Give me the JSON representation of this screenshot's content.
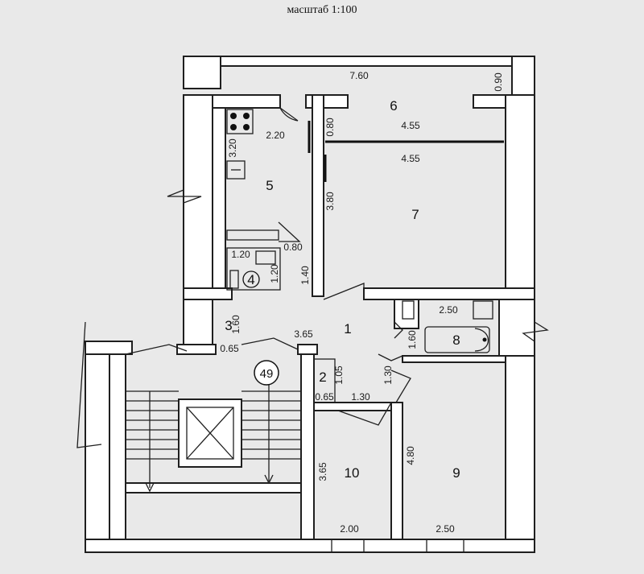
{
  "scale_label": "масштаб 1:100",
  "rooms": [
    "1",
    "2",
    "3",
    "4",
    "5",
    "6",
    "7",
    "8",
    "9",
    "10"
  ],
  "apartment_number": "49",
  "dimensions": {
    "top_width": "7.60",
    "balcony_depth": "0.90",
    "kitchen_top": "2.20",
    "kitchen_side": "3.20",
    "corridor_small": "0.80",
    "room7_top_a": "4.55",
    "room7_top_b": "4.55",
    "room7_side": "3.80",
    "wc_side": "0.80",
    "wc_w": "1.20",
    "wc_h": "1.20",
    "hall_side": "1.40",
    "bath_w": "2.50",
    "bath_h": "1.60",
    "pantry3_h": "1.60",
    "pantry3_w": "0.65",
    "hall_w": "3.65",
    "pantry2_h": "1.05",
    "pantry2_w": "0.65",
    "hall_b1": "1.30",
    "hall_b2": "1.30",
    "room10_side": "3.65",
    "room10_w": "2.00",
    "room9_side": "4.80",
    "room9_w": "2.50"
  }
}
